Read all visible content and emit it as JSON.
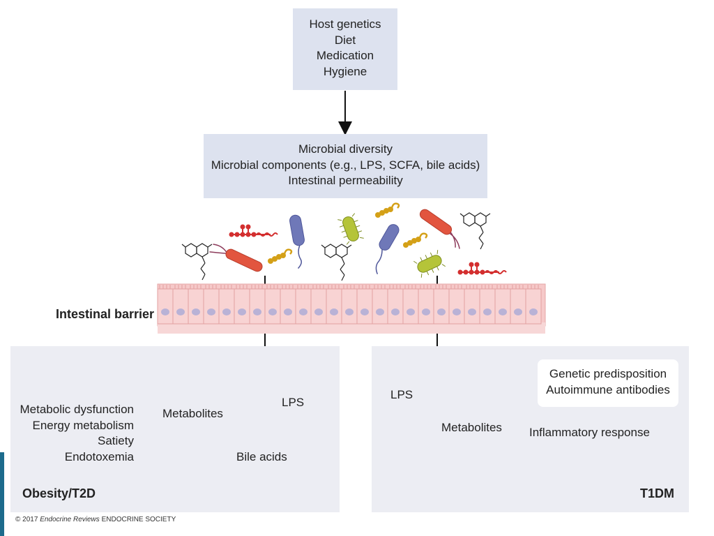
{
  "top_box": {
    "lines": [
      "Host genetics",
      "Diet",
      "Medication",
      "Hygiene"
    ]
  },
  "middle_box": {
    "lines": [
      "Microbial diversity",
      "Microbial components (e.g., LPS, SCFA, bile acids)",
      "Intestinal permeability"
    ]
  },
  "barrier_label": "Intestinal barrier",
  "left_panel": {
    "effects": [
      "Metabolic dysfunction",
      "Energy metabolism",
      "Satiety",
      "Endotoxemia"
    ],
    "metabolites_label": "Metabolites",
    "lps_label": "LPS",
    "bile_acids_label": "Bile acids",
    "title": "Obesity/T2D"
  },
  "right_panel": {
    "risk_factors": [
      "Genetic predisposition",
      "Autoimmune antibodies"
    ],
    "lps_label": "LPS",
    "metabolites_label": "Metabolites",
    "response_label": "Inflammatory response",
    "title": "T1DM"
  },
  "copyright": {
    "prefix": "© 2017",
    "journal": "Endocrine Reviews",
    "society": "ENDOCRINE SOCIETY"
  },
  "colors": {
    "box_fill": "#dde2ef",
    "panel_fill": "#ecedf3",
    "lps_red": "#d32f2f",
    "bile_yellow": "#d4a017",
    "barrier_pink": "#f6c9c9"
  }
}
